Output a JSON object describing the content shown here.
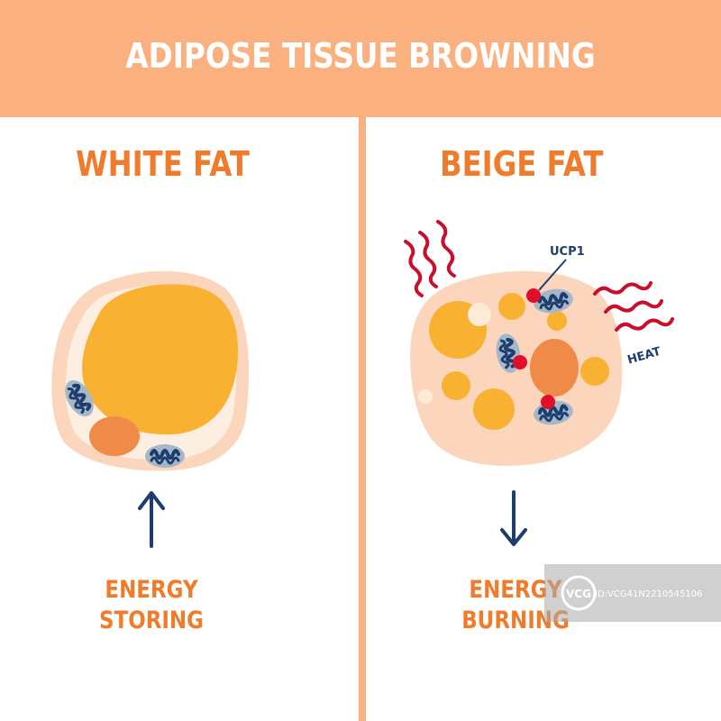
{
  "title": "ADIPOSE TISSUE BROWNING",
  "left_panel": {
    "heading": "WHITE FAT",
    "energy_line1": "ENERGY",
    "energy_line2": "STORING",
    "arrow": "up"
  },
  "right_panel": {
    "heading": "BEIGE FAT",
    "energy_line1": "ENERGY",
    "energy_line2": "BURNING",
    "arrow": "down",
    "ucp_label": "UCP1",
    "heat_label": "HEAT"
  },
  "watermark": {
    "logo_text": "VCG",
    "id_text": "ID:VCG41N2210545106"
  },
  "colors": {
    "banner": "#fbb080",
    "heading": "#f07c2b",
    "cell_membrane": "#fbd5bc",
    "lipid": "#f9b132",
    "nucleus": "#f08a48",
    "mitochondria": "#1c3d6e",
    "ucp1": "#e0102a",
    "heat": "#c8102e"
  }
}
